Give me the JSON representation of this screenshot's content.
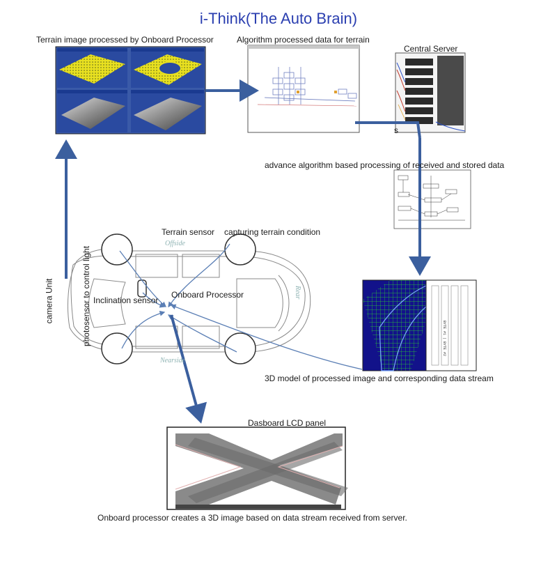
{
  "title": "i-Think(The Auto Brain)",
  "labels": {
    "terrain_image": "Terrain image processed by Onboard Processor",
    "algorithm_data": "Algorithm processed data for terrain",
    "central_server": "Central Server",
    "server_tag": "s",
    "advance_algorithm": "advance algorithm based processing of received and stored data",
    "terrain_sensor": "Terrain sensor",
    "capturing": "capturing terrain condition",
    "camera_unit": "camera Unit",
    "photosensor": "photosensor to control light",
    "inclination_sensor": "Inclination sensor",
    "onboard_processor": "Onboard Processor",
    "model_3d": "3D model of processed image and corresponding data stream",
    "dashboard_lcd": "Dasboard LCD panel",
    "onboard_creates": "Onboard processor creates a 3D image based on data stream received from server."
  },
  "car_markings": {
    "offside": "Offside",
    "nearside": "Nearside",
    "rear": "Rear"
  },
  "colors": {
    "arrow_blue": "#3b5f9e",
    "curve_blue": "#5b7fb5",
    "title_blue": "#2b3fb0",
    "window_bg": "#3a5aa8",
    "terrain_yellow": "#e8e020",
    "mesh_green": "#2ed92e"
  }
}
